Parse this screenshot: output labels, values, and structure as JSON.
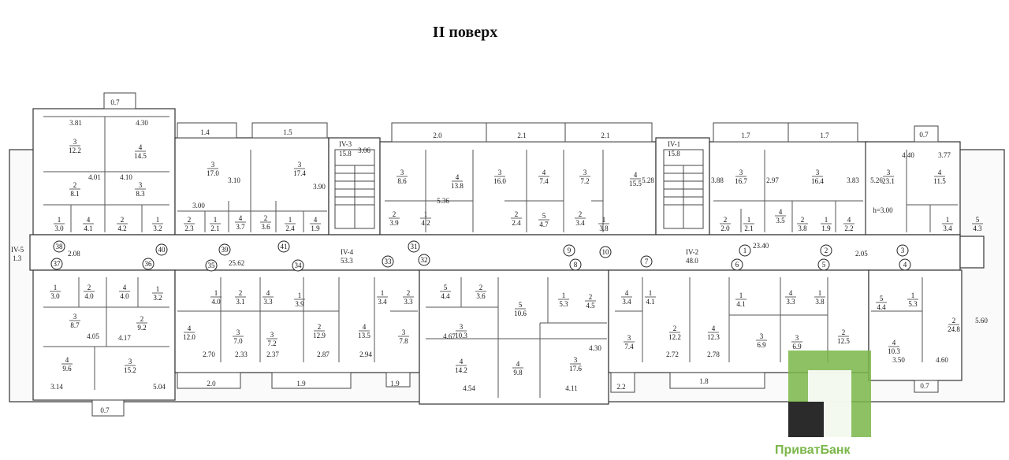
{
  "title": "II поверх",
  "logo": {
    "text": "ПриватБанк",
    "colors": {
      "green": "#7ab648",
      "dark": "#2b2b2b"
    }
  },
  "corridor": {
    "main_label": "IV-4",
    "main_area": "53.3",
    "right_label": "IV-2",
    "right_area": "48.0",
    "left_label": "IV-5",
    "left_area": "1.3",
    "length": "25.62",
    "length2": "23.40",
    "width1": "2.08",
    "width2": "2.05"
  },
  "stairs": [
    {
      "label": "IV-3",
      "area": "15.8"
    },
    {
      "label": "IV-1",
      "area": "15.8"
    }
  ],
  "axes": [
    "38",
    "40",
    "39",
    "41",
    "35",
    "34",
    "33",
    "31",
    "32",
    "9",
    "10",
    "8",
    "7",
    "6",
    "5",
    "2",
    "1",
    "3",
    "4",
    "37",
    "36"
  ],
  "top_rooms": [
    {
      "n": "3",
      "a": "12.2"
    },
    {
      "n": "4",
      "a": "14.5"
    },
    {
      "n": "2",
      "a": "8.1"
    },
    {
      "n": "3",
      "a": "8.3"
    },
    {
      "n": "1",
      "a": "3.0"
    },
    {
      "n": "4",
      "a": "4.1"
    },
    {
      "n": "2",
      "a": "4.2"
    },
    {
      "n": "1",
      "a": "3.2"
    },
    {
      "n": "3",
      "a": "17.0"
    },
    {
      "n": "3",
      "a": "17.4"
    },
    {
      "n": "2",
      "a": "2.3"
    },
    {
      "n": "1",
      "a": "2.1"
    },
    {
      "n": "4",
      "a": "3.7"
    },
    {
      "n": "2",
      "a": "3.6"
    },
    {
      "n": "1",
      "a": "2.4"
    },
    {
      "n": "4",
      "a": "1.9"
    },
    {
      "n": "3",
      "a": "8.6"
    },
    {
      "n": "4",
      "a": "13.8"
    },
    {
      "n": "3",
      "a": "16.0"
    },
    {
      "n": "4",
      "a": "7.4"
    },
    {
      "n": "3",
      "a": "7.2"
    },
    {
      "n": "4",
      "a": "15.5"
    },
    {
      "n": "2",
      "a": "3.9"
    },
    {
      "n": "1",
      "a": "4.2"
    },
    {
      "n": "2",
      "a": "2.4"
    },
    {
      "n": "5",
      "a": "4.7"
    },
    {
      "n": "2",
      "a": "3.4"
    },
    {
      "n": "1",
      "a": "3.8"
    },
    {
      "n": "3",
      "a": "16.7"
    },
    {
      "n": "3",
      "a": "16.4"
    },
    {
      "n": "2",
      "a": "2.0"
    },
    {
      "n": "1",
      "a": "2.1"
    },
    {
      "n": "4",
      "a": "3.5"
    },
    {
      "n": "2",
      "a": "3.8"
    },
    {
      "n": "1",
      "a": "1.9"
    },
    {
      "n": "4",
      "a": "2.2"
    },
    {
      "n": "3",
      "a": "23.1"
    },
    {
      "n": "4",
      "a": "11.5"
    },
    {
      "n": "1",
      "a": "3.4"
    },
    {
      "n": "5",
      "a": "4.3"
    }
  ],
  "bottom_rooms": [
    {
      "n": "1",
      "a": "3.0"
    },
    {
      "n": "2",
      "a": "4.0"
    },
    {
      "n": "4",
      "a": "4.0"
    },
    {
      "n": "1",
      "a": "3.2"
    },
    {
      "n": "3",
      "a": "8.7"
    },
    {
      "n": "2",
      "a": "9.2"
    },
    {
      "n": "4",
      "a": "9.6"
    },
    {
      "n": "3",
      "a": "15.2"
    },
    {
      "n": "1",
      "a": "4.0"
    },
    {
      "n": "2",
      "a": "3.1"
    },
    {
      "n": "4",
      "a": "3.3"
    },
    {
      "n": "1",
      "a": "3.9"
    },
    {
      "n": "4",
      "a": "12.0"
    },
    {
      "n": "3",
      "a": "7.0"
    },
    {
      "n": "3",
      "a": "7.2"
    },
    {
      "n": "2",
      "a": "12.9"
    },
    {
      "n": "4",
      "a": "13.5"
    },
    {
      "n": "1",
      "a": "3.4"
    },
    {
      "n": "2",
      "a": "3.3"
    },
    {
      "n": "3",
      "a": "7.8"
    },
    {
      "n": "5",
      "a": "4.4"
    },
    {
      "n": "2",
      "a": "3.6"
    },
    {
      "n": "5",
      "a": "10.6"
    },
    {
      "n": "1",
      "a": "5.3"
    },
    {
      "n": "2",
      "a": "4.5"
    },
    {
      "n": "3",
      "a": "10.3"
    },
    {
      "n": "4",
      "a": "14.2"
    },
    {
      "n": "4",
      "a": "9.8"
    },
    {
      "n": "3",
      "a": "17.6"
    },
    {
      "n": "4",
      "a": "3.4"
    },
    {
      "n": "1",
      "a": "4.1"
    },
    {
      "n": "3",
      "a": "7.4"
    },
    {
      "n": "2",
      "a": "12.2"
    },
    {
      "n": "4",
      "a": "12.3"
    },
    {
      "n": "1",
      "a": "4.1"
    },
    {
      "n": "3",
      "a": "6.9"
    },
    {
      "n": "4",
      "a": "3.3"
    },
    {
      "n": "1",
      "a": "3.8"
    },
    {
      "n": "3",
      "a": "6.9"
    },
    {
      "n": "2",
      "a": "12.5"
    },
    {
      "n": "5",
      "a": "4.4"
    },
    {
      "n": "1",
      "a": "5.3"
    },
    {
      "n": "4",
      "a": "10.3"
    },
    {
      "n": "2",
      "a": "24.8"
    }
  ],
  "balconies": [
    "0.7",
    "1.4",
    "1.5",
    "2.0",
    "2.1",
    "2.1",
    "1.7",
    "1.7",
    "0.7",
    "2.0",
    "1.9",
    "1.9",
    "2.2",
    "1.8",
    "0.7",
    "0.7"
  ],
  "dims": [
    "3.81",
    "4.30",
    "4.01",
    "4.10",
    "3.00",
    "3.10",
    "3.90",
    "3.06",
    "5.36",
    "5.28",
    "3.88",
    "2.97",
    "3.83",
    "5.26",
    "4.40",
    "3.77",
    "3.14",
    "5.04",
    "4.05",
    "4.17",
    "2.70",
    "2.33",
    "2.37",
    "2.87",
    "2.94",
    "4.67",
    "4.54",
    "4.11",
    "4.30",
    "2.72",
    "2.78",
    "3.50",
    "4.60",
    "5.60",
    "h=3.00"
  ]
}
